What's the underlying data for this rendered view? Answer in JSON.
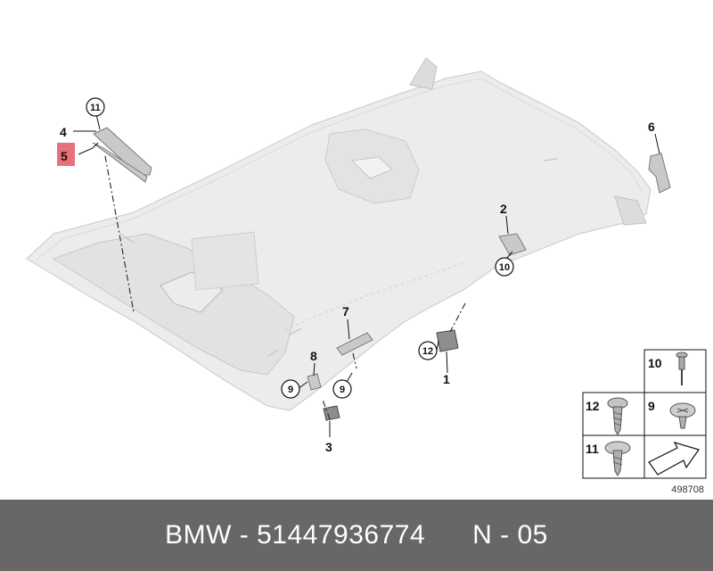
{
  "callouts": {
    "c1": "1",
    "c2": "2",
    "c3": "3",
    "c4": "4",
    "c5": "5",
    "c6": "6",
    "c7": "7",
    "c8": "8",
    "c9a": "9",
    "c9b": "9",
    "c10": "10",
    "c11": "11",
    "c12": "12"
  },
  "legend": {
    "r10": "10",
    "r12": "12",
    "r9": "9",
    "r11": "11"
  },
  "highlight_color": "#e8707a",
  "drawing_number": "498708",
  "footer": {
    "brand": "BMW",
    "part_number": "51447936774",
    "page": "N - 05"
  }
}
